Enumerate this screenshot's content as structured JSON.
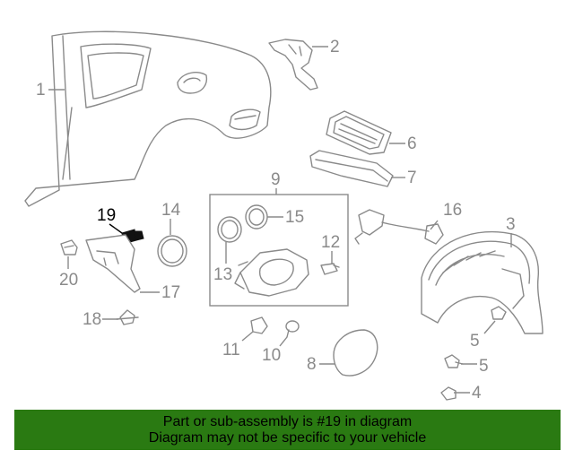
{
  "diagram": {
    "highlighted_part": "19",
    "callouts": [
      {
        "id": "1",
        "label": "1"
      },
      {
        "id": "2",
        "label": "2"
      },
      {
        "id": "3",
        "label": "3"
      },
      {
        "id": "4",
        "label": "4"
      },
      {
        "id": "5a",
        "label": "5"
      },
      {
        "id": "5b",
        "label": "5"
      },
      {
        "id": "6",
        "label": "6"
      },
      {
        "id": "7",
        "label": "7"
      },
      {
        "id": "8",
        "label": "8"
      },
      {
        "id": "9",
        "label": "9"
      },
      {
        "id": "10",
        "label": "10"
      },
      {
        "id": "11",
        "label": "11"
      },
      {
        "id": "12",
        "label": "12"
      },
      {
        "id": "13",
        "label": "13"
      },
      {
        "id": "14",
        "label": "14"
      },
      {
        "id": "15",
        "label": "15"
      },
      {
        "id": "16",
        "label": "16"
      },
      {
        "id": "17",
        "label": "17"
      },
      {
        "id": "18",
        "label": "18"
      },
      {
        "id": "19",
        "label": "19"
      },
      {
        "id": "20",
        "label": "20"
      }
    ]
  },
  "banner": {
    "line1": "Part or sub-assembly is #19 in diagram",
    "line2": "Diagram may not be specific to your vehicle",
    "color": "#2a7a12"
  },
  "colors": {
    "line": "#8a8a8a",
    "highlight": "#000000"
  }
}
